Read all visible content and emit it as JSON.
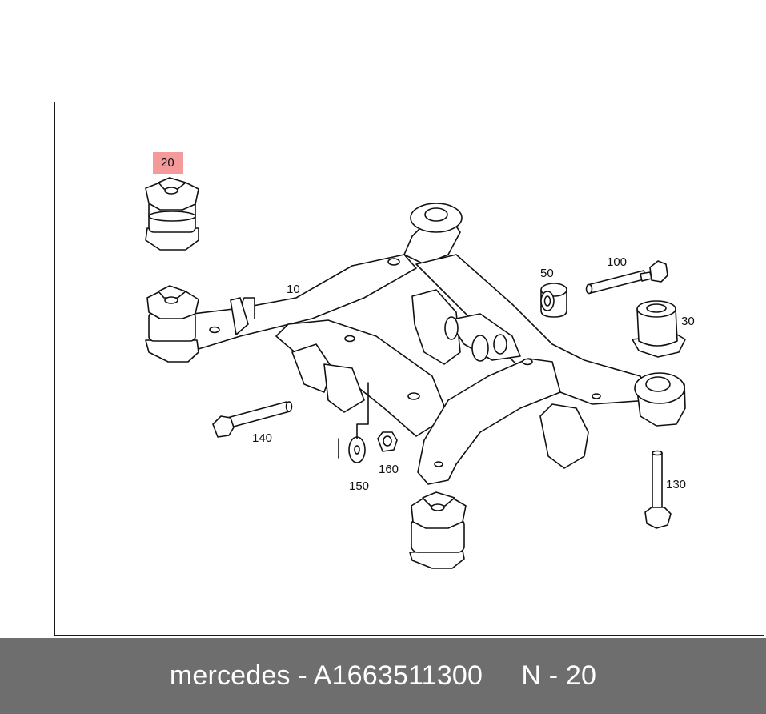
{
  "diagram": {
    "callouts": {
      "c20": "20",
      "c10": "10",
      "c50": "50",
      "c100": "100",
      "c30": "30",
      "c140": "140",
      "c150": "150",
      "c160": "160",
      "c130": "130"
    },
    "highlight_color": "#f49a9a"
  },
  "footer": {
    "brand": "mercedes",
    "separator": " - ",
    "part_number": "A1663511300",
    "gap": "     ",
    "position_label": "N - 20",
    "background_color": "#6e6e6e"
  }
}
